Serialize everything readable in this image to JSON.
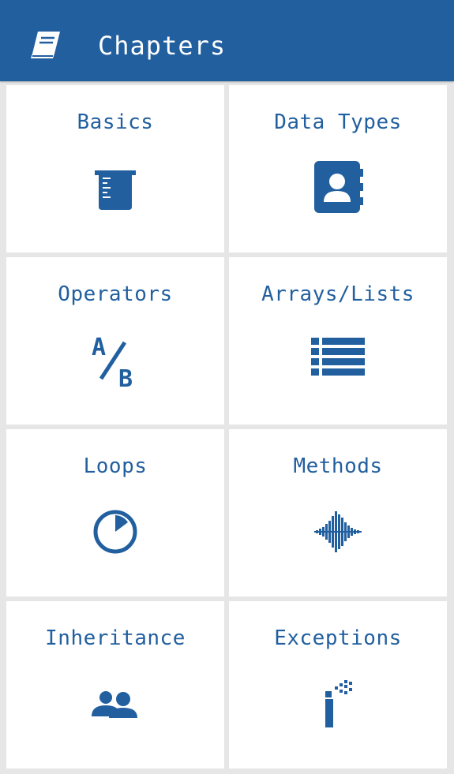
{
  "appbar": {
    "title": "Chapters",
    "icon": "book-icon",
    "background_color": "#215f9f"
  },
  "accent_color": "#215f9f",
  "chapters": [
    {
      "label": "Basics",
      "icon": "beaker-icon"
    },
    {
      "label": "Data Types",
      "icon": "contact-book-icon"
    },
    {
      "label": "Operators",
      "icon": "a-slash-b-icon"
    },
    {
      "label": "Arrays/Lists",
      "icon": "list-icon"
    },
    {
      "label": "Loops",
      "icon": "timer-icon"
    },
    {
      "label": "Methods",
      "icon": "waveform-icon"
    },
    {
      "label": "Inheritance",
      "icon": "people-icon"
    },
    {
      "label": "Exceptions",
      "icon": "spray-icon"
    }
  ]
}
